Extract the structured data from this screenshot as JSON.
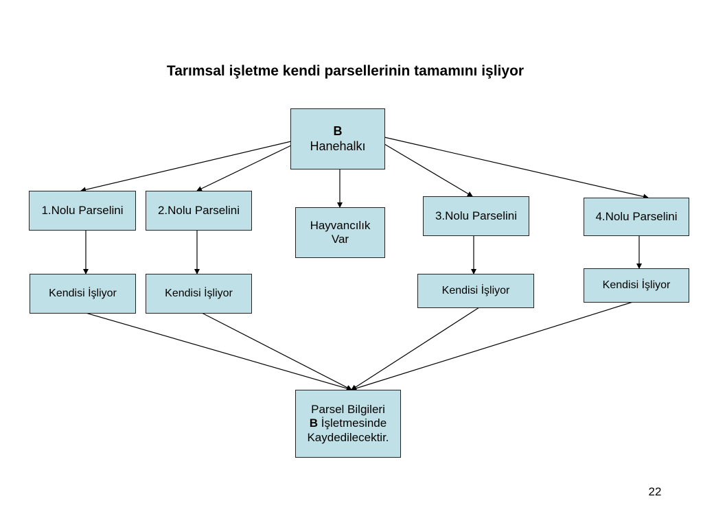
{
  "title": "Tarımsal işletme kendi parsellerinin tamamını işliyor",
  "nodes": {
    "household": {
      "letter": "B",
      "label": "Hanehalkı"
    },
    "parcel_1": {
      "label": "1.Nolu Parselini"
    },
    "parcel_2": {
      "label": "2.Nolu Parselini"
    },
    "livestock": {
      "line1": "Hayvancılık",
      "line2": "Var"
    },
    "parcel_3": {
      "label": "3.Nolu Parselini"
    },
    "parcel_4": {
      "label": "4.Nolu Parselini"
    },
    "cultivates_1": {
      "label": "Kendisi İşliyor"
    },
    "cultivates_2": {
      "label": "Kendisi İşliyor"
    },
    "cultivates_3": {
      "label": "Kendisi İşliyor"
    },
    "cultivates_4": {
      "label": "Kendisi İşliyor"
    },
    "result": {
      "line1": "Parsel Bilgileri",
      "letter": "B",
      "line2_rest": " İşletmesinde",
      "line3": "Kaydedilecektir."
    }
  },
  "edges": [
    {
      "from": "household",
      "to": "parcel_1"
    },
    {
      "from": "household",
      "to": "parcel_2"
    },
    {
      "from": "household",
      "to": "livestock"
    },
    {
      "from": "household",
      "to": "parcel_3"
    },
    {
      "from": "household",
      "to": "parcel_4"
    },
    {
      "from": "parcel_1",
      "to": "cultivates_1"
    },
    {
      "from": "parcel_2",
      "to": "cultivates_2"
    },
    {
      "from": "parcel_3",
      "to": "cultivates_3"
    },
    {
      "from": "parcel_4",
      "to": "cultivates_4"
    },
    {
      "from": "cultivates_1",
      "to": "result"
    },
    {
      "from": "cultivates_2",
      "to": "result"
    },
    {
      "from": "cultivates_3",
      "to": "result"
    },
    {
      "from": "cultivates_4",
      "to": "result"
    }
  ],
  "colors": {
    "box_fill": "#bfe0e6",
    "box_border": "#222222",
    "arrow": "#000000"
  },
  "page_number": "22"
}
